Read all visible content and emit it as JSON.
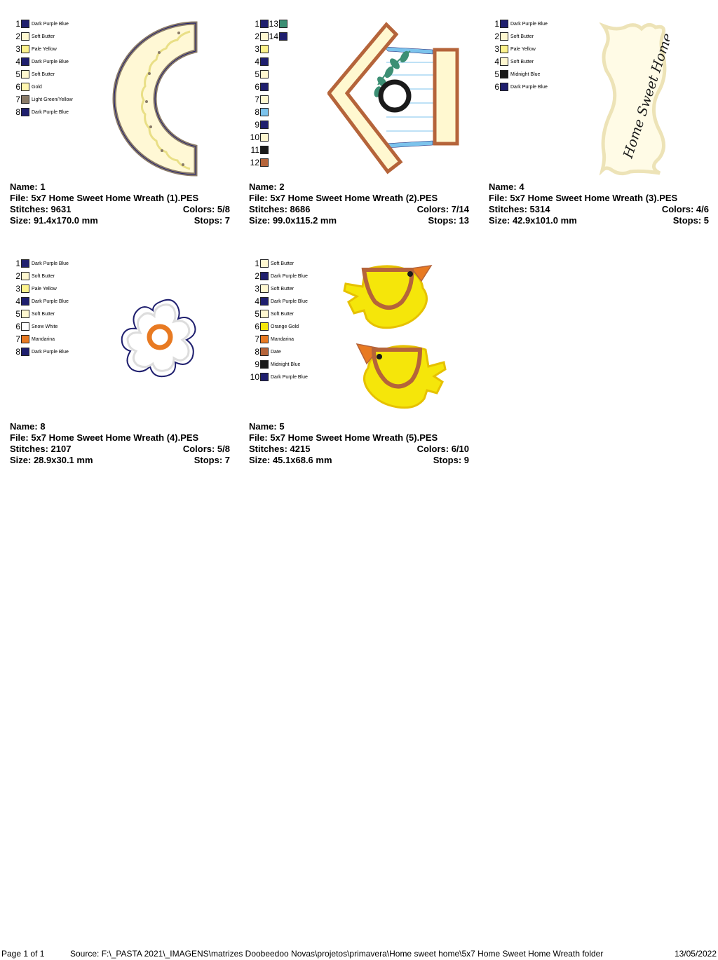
{
  "designs": [
    {
      "name_label": "Name: 1",
      "file_label": "File: 5x7 Home Sweet Home Wreath (1).PES",
      "stitches_label": "Stitches: 9631",
      "colors_label": "Colors: 5/8",
      "size_label": "Size: 91.4x170.0 mm",
      "stops_label": "Stops: 7",
      "legend": [
        {
          "num": "1",
          "name": "Dark Purple Blue",
          "color": "#1f1f6e"
        },
        {
          "num": "2",
          "name": "Soft Butter",
          "color": "#fff8d0"
        },
        {
          "num": "3",
          "name": "Pale Yellow",
          "color": "#fdf38c"
        },
        {
          "num": "4",
          "name": "Dark Purple Blue",
          "color": "#1f1f6e"
        },
        {
          "num": "5",
          "name": "Soft Butter",
          "color": "#fff8d0"
        },
        {
          "num": "6",
          "name": "Gold",
          "color": "#fff6b0"
        },
        {
          "num": "7",
          "name": "Light Green/Yellow",
          "color": "#8a7b68"
        },
        {
          "num": "8",
          "name": "Dark Purple Blue",
          "color": "#1f1f6e"
        }
      ]
    },
    {
      "name_label": "Name: 2",
      "file_label": "File: 5x7 Home Sweet Home Wreath (2).PES",
      "stitches_label": "Stitches: 8686",
      "colors_label": "Colors: 7/14",
      "size_label": "Size: 99.0x115.2 mm",
      "stops_label": "Stops: 13",
      "legend": [
        {
          "num": "1",
          "name": "",
          "color": "#1f1f6e"
        },
        {
          "num": "2",
          "name": "",
          "color": "#fff8d0"
        },
        {
          "num": "3",
          "name": "",
          "color": "#fdf38c"
        },
        {
          "num": "4",
          "name": "",
          "color": "#1f1f6e"
        },
        {
          "num": "5",
          "name": "",
          "color": "#fff8d0"
        },
        {
          "num": "6",
          "name": "",
          "color": "#1f1f6e"
        },
        {
          "num": "7",
          "name": "",
          "color": "#fff8d0"
        },
        {
          "num": "8",
          "name": "",
          "color": "#7cc3ec"
        },
        {
          "num": "9",
          "name": "",
          "color": "#1f1f6e"
        },
        {
          "num": "10",
          "name": "",
          "color": "#fff8d0"
        },
        {
          "num": "11",
          "name": "",
          "color": "#1a1a1a"
        },
        {
          "num": "12",
          "name": "",
          "color": "#b5643a"
        }
      ],
      "legend_extra": [
        {
          "num": "13",
          "name": "",
          "color": "#3c8f74"
        },
        {
          "num": "14",
          "name": "",
          "color": "#1f1f6e"
        }
      ]
    },
    {
      "name_label": "Name: 4",
      "file_label": "File: 5x7 Home Sweet Home Wreath (3).PES",
      "stitches_label": "Stitches: 5314",
      "colors_label": "Colors: 4/6",
      "size_label": "Size: 42.9x101.0 mm",
      "stops_label": "Stops: 5",
      "banner_text": "Home Sweet Home",
      "legend": [
        {
          "num": "1",
          "name": "Dark Purple Blue",
          "color": "#1f1f6e"
        },
        {
          "num": "2",
          "name": "Soft Butter",
          "color": "#fff8d0"
        },
        {
          "num": "3",
          "name": "Pale Yellow",
          "color": "#fdf38c"
        },
        {
          "num": "4",
          "name": "Soft Butter",
          "color": "#fff8d0"
        },
        {
          "num": "5",
          "name": "Midnight Blue",
          "color": "#1a1a1a"
        },
        {
          "num": "6",
          "name": "Dark Purple Blue",
          "color": "#1f1f6e"
        }
      ]
    },
    {
      "name_label": "Name: 8",
      "file_label": "File: 5x7 Home Sweet Home Wreath (4).PES",
      "stitches_label": "Stitches: 2107",
      "colors_label": "Colors: 5/8",
      "size_label": "Size: 28.9x30.1 mm",
      "stops_label": "Stops: 7",
      "legend": [
        {
          "num": "1",
          "name": "Dark Purple Blue",
          "color": "#1f1f6e"
        },
        {
          "num": "2",
          "name": "Soft Butter",
          "color": "#fff8d0"
        },
        {
          "num": "3",
          "name": "Pale Yellow",
          "color": "#fdf38c"
        },
        {
          "num": "4",
          "name": "Dark Purple Blue",
          "color": "#1f1f6e"
        },
        {
          "num": "5",
          "name": "Soft Butter",
          "color": "#fff8d0"
        },
        {
          "num": "6",
          "name": "Snow White",
          "color": "#ffffff"
        },
        {
          "num": "7",
          "name": "Mandarina",
          "color": "#e87a22"
        },
        {
          "num": "8",
          "name": "Dark Purple Blue",
          "color": "#1f1f6e"
        }
      ]
    },
    {
      "name_label": "Name: 5",
      "file_label": "File: 5x7 Home Sweet Home Wreath (5).PES",
      "stitches_label": "Stitches: 4215",
      "colors_label": "Colors: 6/10",
      "size_label": "Size: 45.1x68.6 mm",
      "stops_label": "Stops: 9",
      "legend": [
        {
          "num": "1",
          "name": "Soft Butter",
          "color": "#fff8d0"
        },
        {
          "num": "2",
          "name": "Dark Purple Blue",
          "color": "#1f1f6e"
        },
        {
          "num": "3",
          "name": "Soft Butter",
          "color": "#fff8d0"
        },
        {
          "num": "4",
          "name": "Dark Purple Blue",
          "color": "#1f1f6e"
        },
        {
          "num": "5",
          "name": "Soft Butter",
          "color": "#fff8d0"
        },
        {
          "num": "6",
          "name": "Orange Gold",
          "color": "#f5e60a"
        },
        {
          "num": "7",
          "name": "Mandarina",
          "color": "#e87a22"
        },
        {
          "num": "8",
          "name": "Date",
          "color": "#b5643a"
        },
        {
          "num": "9",
          "name": "Midnight Blue",
          "color": "#1a1a1a"
        },
        {
          "num": "10",
          "name": "Dark Purple Blue",
          "color": "#1f1f6e"
        }
      ]
    }
  ],
  "footer": {
    "page": "Page 1 of 1",
    "source": "Source: F:\\_PASTA 2021\\_IMAGENS\\matrizes Doobeedoo Novas\\projetos\\primavera\\Home sweet home\\5x7 Home Sweet Home Wreath folder",
    "date": "13/05/2022"
  }
}
